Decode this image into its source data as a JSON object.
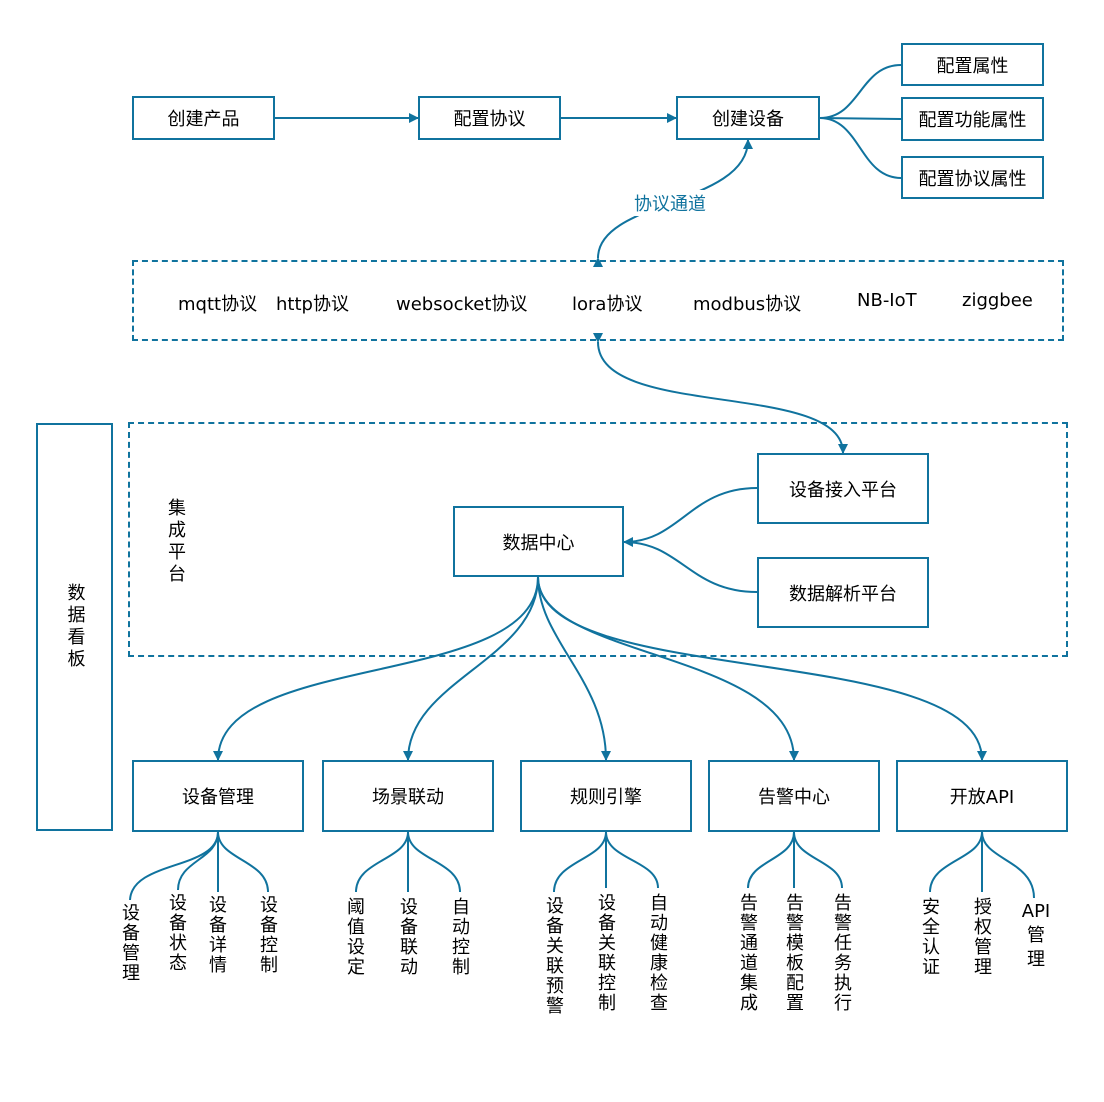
{
  "top_flow": {
    "create_product": "创建产品",
    "config_protocol": "配置协议",
    "create_device": "创建设备",
    "attrs": [
      "配置属性",
      "配置功能属性",
      "配置协议属性"
    ]
  },
  "channel_label": "协议通道",
  "protocols": [
    "mqtt协议",
    "http协议",
    "websocket协议",
    "lora协议",
    "modbus协议",
    "NB-IoT",
    "ziggbee"
  ],
  "dashboard_label": "数据看板",
  "platform_label": "集成平台",
  "access_platform": "设备接入平台",
  "parse_platform": "数据解析平台",
  "data_center": "数据中心",
  "modules": [
    {
      "name": "设备管理",
      "items": [
        "设备管理",
        "设备状态",
        "设备详情",
        "设备控制"
      ]
    },
    {
      "name": "场景联动",
      "items": [
        "阈值设定",
        "设备联动",
        "自动控制"
      ]
    },
    {
      "name": "规则引擎",
      "items": [
        "设备关联预警",
        "设备关联控制",
        "自动健康检查"
      ]
    },
    {
      "name": "告警中心",
      "items": [
        "告警通道集成",
        "告警模板配置",
        "告警任务执行"
      ]
    },
    {
      "name": "开放API",
      "items": [
        "安全认证",
        "授权管理",
        "API管理"
      ]
    }
  ],
  "colors": {
    "stroke": "#10739e",
    "text": "#000000"
  }
}
